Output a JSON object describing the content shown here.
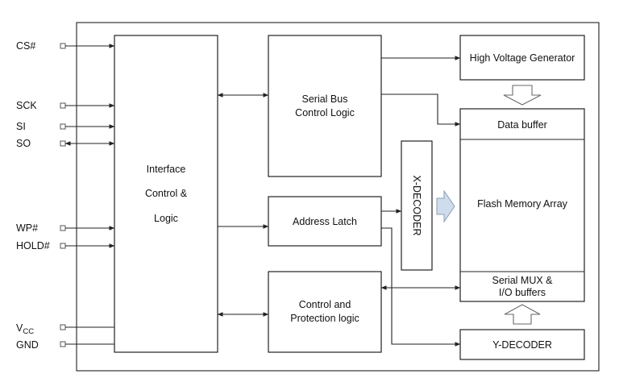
{
  "pins": {
    "cs": "CS#",
    "sck": "SCK",
    "si": "SI",
    "so": "SO",
    "wp": "WP#",
    "hold": "HOLD#",
    "vcc_main": "V",
    "vcc_sub": "CC",
    "gnd": "GND"
  },
  "blocks": {
    "interface": {
      "line1": "Interface",
      "line2": "Control &",
      "line3": "Logic"
    },
    "serial_bus": {
      "line1": "Serial Bus",
      "line2": "Control Logic"
    },
    "address_latch": "Address Latch",
    "control_protection": {
      "line1": "Control and",
      "line2": "Protection logic"
    },
    "high_voltage": "High Voltage Generator",
    "data_buffer": "Data buffer",
    "flash_array": "Flash Memory Array",
    "serial_mux": {
      "line1": "Serial MUX &",
      "line2": "I/O buffers"
    },
    "x_decoder": "X-DECODER",
    "y_decoder": "Y-DECODER"
  },
  "colors": {
    "line": "#222222",
    "fat_arrow_fill": "#cfdceb"
  }
}
